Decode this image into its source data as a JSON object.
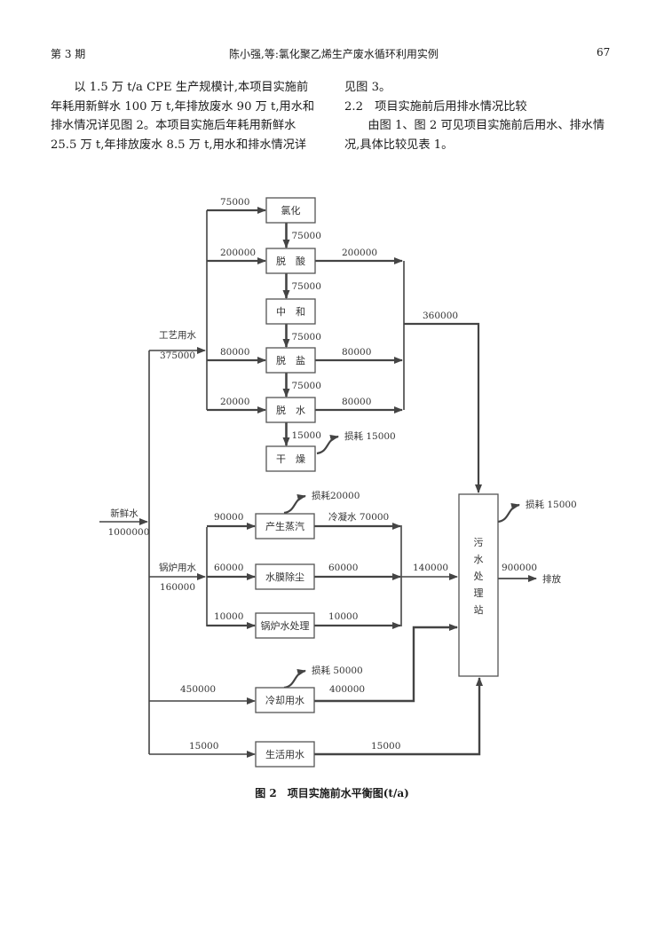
{
  "header": {
    "issue": "第 3 期",
    "title": "陈小强,等:氯化聚乙烯生产废水循环利用实例",
    "page_number": "67"
  },
  "left_column": [
    "　　以 1.5 万 t/a CPE 生产规模计,本项目实施前",
    "年耗用新鲜水 100 万 t,年排放废水 90 万 t,用水和",
    "排水情况详见图 2。本项目实施后年耗用新鲜水",
    "25.5 万 t,年排放废水 8.5 万 t,用水和排水情况详"
  ],
  "right_column": [
    "见图 3。",
    "2.2　项目实施前后用排水情况比较",
    "　　由图 1、图 2 可见项目实施前后用水、排水情",
    "况,具体比较见表 1。"
  ],
  "diagram": {
    "units": "t/a",
    "inlet": {
      "label": "新鲜水",
      "value": "1000000"
    },
    "process_water": {
      "label": "工艺用水",
      "value": "375000"
    },
    "boiler_water": {
      "label": "锅炉用水",
      "value": "160000"
    },
    "process_units": [
      {
        "name": "氯化",
        "in": "75000",
        "down": "75000"
      },
      {
        "name": "脱　酸",
        "in": "200000",
        "out": "200000",
        "down": "75000"
      },
      {
        "name": "中　和",
        "down": "75000"
      },
      {
        "name": "脱　盐",
        "in": "80000",
        "out": "80000",
        "down": "75000"
      },
      {
        "name": "脱　水",
        "in": "20000",
        "out": "80000",
        "down": "15000"
      },
      {
        "name": "干　燥",
        "loss": "损耗 15000"
      }
    ],
    "process_total": "360000",
    "boiler_units": [
      {
        "name": "产生蒸汽",
        "in": "90000",
        "out": "冷凝水 70000",
        "loss": "损耗20000"
      },
      {
        "name": "水膜除尘",
        "in": "60000",
        "out": "60000"
      },
      {
        "name": "锅炉水处理",
        "in": "10000",
        "out": "10000"
      }
    ],
    "boiler_total": "140000",
    "cooling": {
      "name": "冷却用水",
      "in": "450000",
      "out": "400000",
      "loss": "损耗 50000"
    },
    "domestic": {
      "name": "生活用水",
      "in": "15000",
      "out": "15000"
    },
    "treatment": {
      "name": [
        "污",
        "水",
        "处",
        "理",
        "站"
      ],
      "loss": "损耗 15000",
      "out": "900000",
      "discharge": "排放"
    }
  },
  "caption": "图 2　项目实施前水平衡图(t/a)"
}
